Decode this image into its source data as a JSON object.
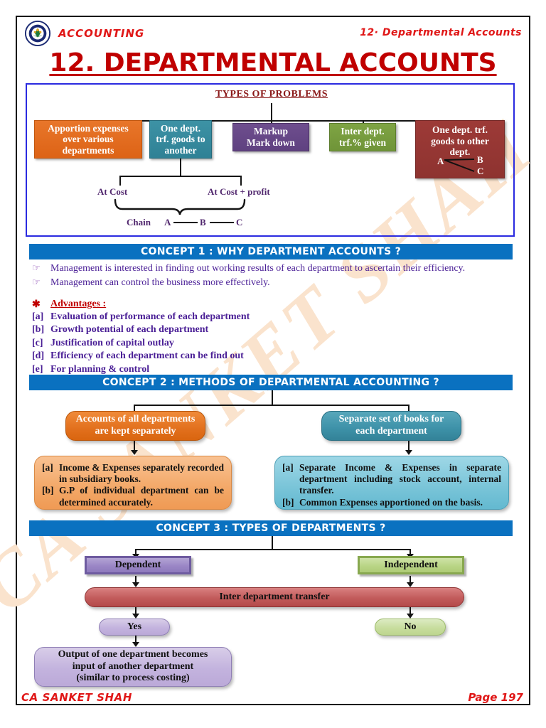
{
  "header": {
    "logo_icon": "icai-emblem-icon",
    "subject": "ACCOUNTING",
    "chapter_ref": "12· Departmental Accounts",
    "title": "12. DEPARTMENTAL ACCOUNTS"
  },
  "watermark": {
    "text": "CA SANKET SHAH"
  },
  "types_of_problems": {
    "title": "TYPES OF PROBLEMS",
    "boxes": [
      {
        "label": "Apportion expenses over various departments",
        "color": "#dd6316"
      },
      {
        "label": "One dept. trf. goods to another",
        "color": "#2f8195"
      },
      {
        "label": "Markup Mark down",
        "color": "#5f4180"
      },
      {
        "label": "Inter dept. trf.% given",
        "color": "#6f9438"
      },
      {
        "label": "One dept. trf. goods to other dept.",
        "color": "#8e3330"
      }
    ],
    "box1_lines": [
      "Apportion expenses",
      "over various",
      "departments"
    ],
    "box2_lines": [
      "One dept.",
      "trf. goods to",
      "another"
    ],
    "box3_lines": [
      "Markup",
      "Mark down"
    ],
    "box4_lines": [
      "Inter dept.",
      "trf.% given"
    ],
    "box5_lines": [
      "One dept. trf.",
      "goods to other",
      "dept."
    ],
    "box5_nodes": {
      "a": "A",
      "b": "B",
      "c": "C"
    },
    "branch_left": "At Cost",
    "branch_right": "At Cost + profit",
    "chain_label": "Chain",
    "chain_nodes": {
      "a": "A",
      "b": "B",
      "c": "C"
    }
  },
  "concept1": {
    "band": "CONCEPT 1 : WHY DEPARTMENT ACCOUNTS ?",
    "bullet_icon": "pointing-hand-icon",
    "points": [
      "Management is interested in finding out working results of each department to ascertain their efficiency.",
      "Management can control the business more effectively."
    ],
    "advantages_star": "✱",
    "advantages_heading": "Advantages :",
    "advantages": [
      {
        "tag": "[a]",
        "text": "Evaluation of performance of each department"
      },
      {
        "tag": "[b]",
        "text": "Growth potential of each department"
      },
      {
        "tag": "[c]",
        "text": "Justification of capital outlay"
      },
      {
        "tag": "[d]",
        "text": "Efficiency of each department can be find out"
      },
      {
        "tag": "[e]",
        "text": "For planning & control"
      }
    ]
  },
  "concept2": {
    "band": "CONCEPT 2 : METHODS OF DEPARTMENTAL ACCOUNTING ?",
    "left_head_lines": [
      "Accounts of all departments",
      "are kept separately"
    ],
    "right_head_lines": [
      "Separate set of books for",
      "each department"
    ],
    "left_items": [
      {
        "tag": "[a]",
        "text": "Income & Expenses separately recorded in subsidiary books."
      },
      {
        "tag": "[b]",
        "text": "G.P of individual department can be determined accurately."
      }
    ],
    "right_items": [
      {
        "tag": "[a]",
        "text": "Separate Income & Expenses in separate department including stock account, internal transfer."
      },
      {
        "tag": "[b]",
        "text": "Common Expenses apportioned on the basis."
      }
    ]
  },
  "concept3": {
    "band": "CONCEPT 3 : TYPES OF DEPARTMENTS ?",
    "dependent": "Dependent",
    "independent": "Independent",
    "inter_transfer": "Inter department transfer",
    "yes": "Yes",
    "no": "No",
    "output_lines": [
      "Output of one department becomes",
      "input of another department",
      "(similar to process costing)"
    ]
  },
  "footer": {
    "author": "CA SANKET SHAH",
    "page": "Page 197"
  }
}
